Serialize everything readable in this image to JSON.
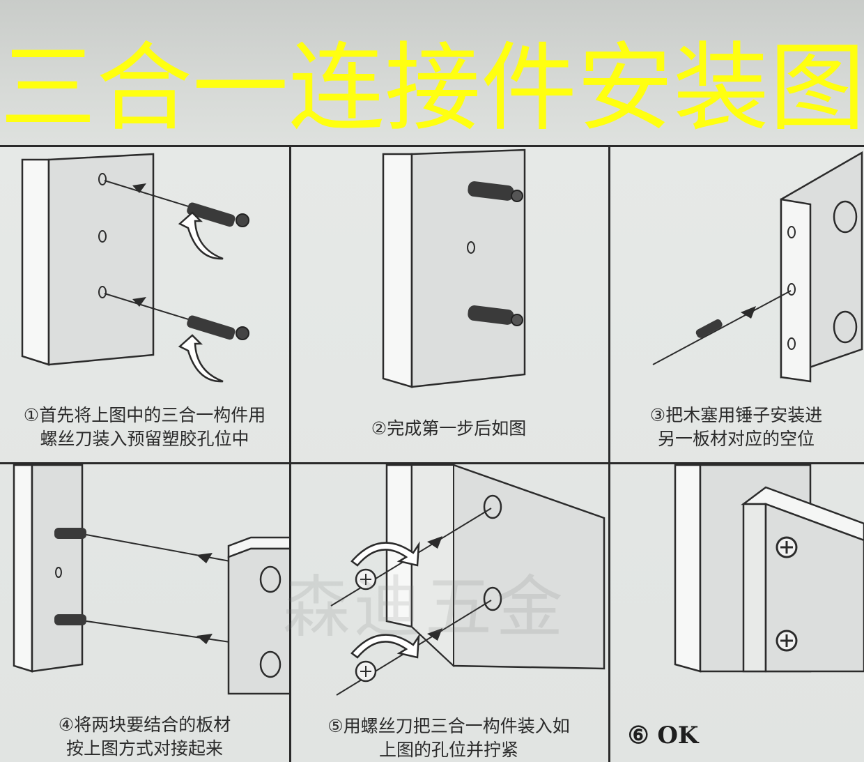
{
  "title": "三合一连接件安装图",
  "steps": [
    {
      "lines": [
        "①首先将上图中的三合一构件用",
        "螺丝刀装入预留塑胶孔位中"
      ]
    },
    {
      "lines": [
        "②完成第一步后如图"
      ]
    },
    {
      "lines": [
        "③把木塞用锤子安装进",
        "另一板材对应的空位"
      ]
    },
    {
      "lines": [
        "④将两块要结合的板材",
        "按上图方式对接起来"
      ]
    },
    {
      "lines": [
        "⑤用螺丝刀把三合一构件装入如",
        "上图的孔位并拧紧"
      ]
    },
    {
      "lines": [
        "⑥ OK"
      ]
    }
  ],
  "watermark": "森迪五金",
  "colors": {
    "title": "#ffff10",
    "ink": "#2a2a2a",
    "paper": "#e3e6e4"
  }
}
